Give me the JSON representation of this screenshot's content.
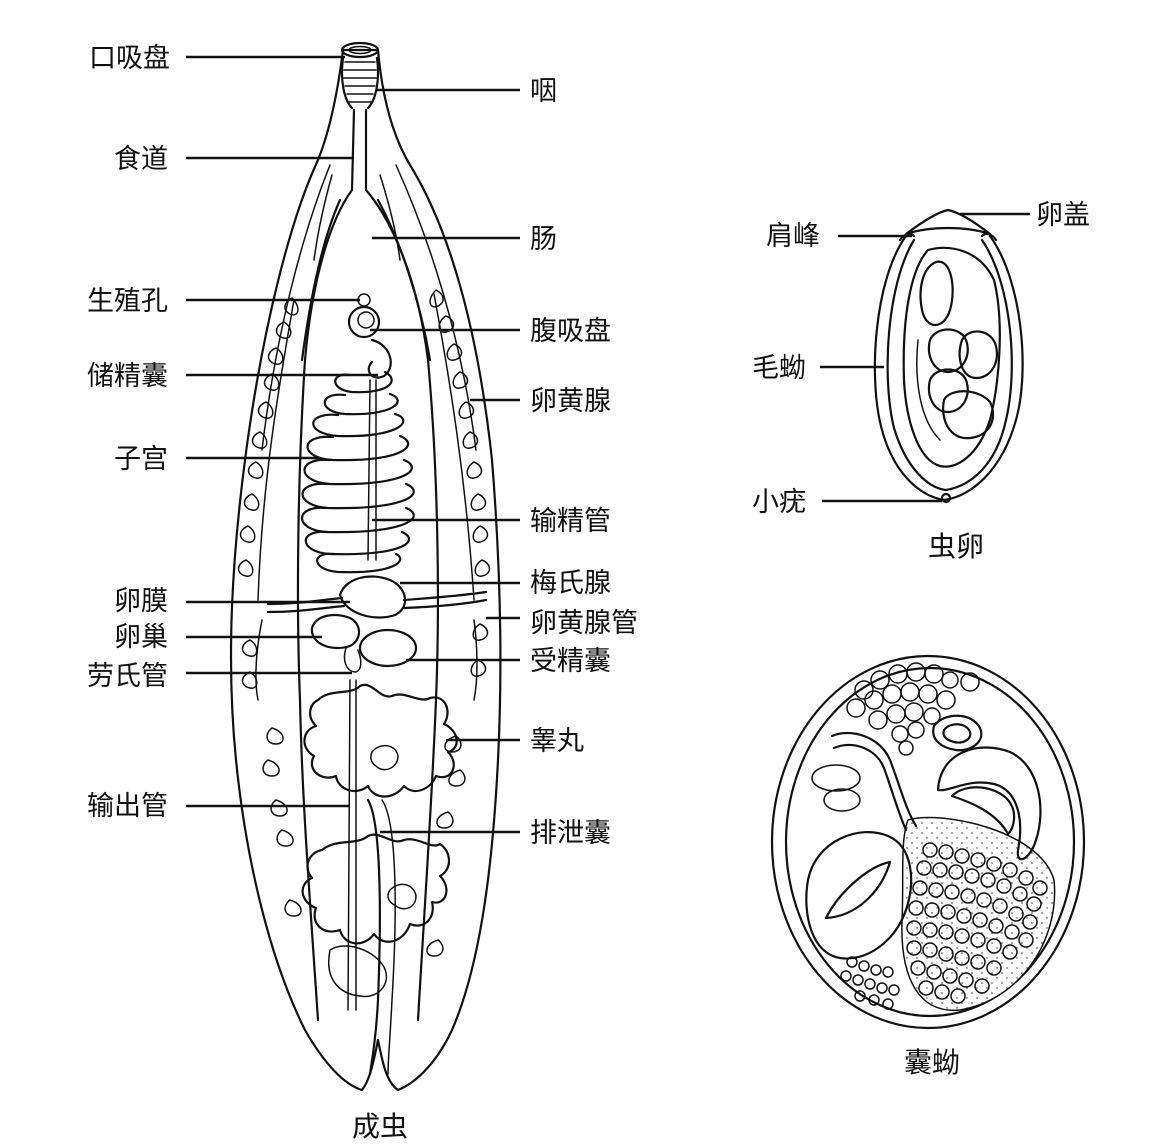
{
  "captions": {
    "adult": "成虫",
    "egg": "虫卵",
    "metacercaria": "囊蚴"
  },
  "adult_labels_left": {
    "oral_sucker": "口吸盘",
    "esophagus": "食道",
    "genital_pore": "生殖孔",
    "seminal_vesicle": "储精囊",
    "uterus": "子宫",
    "ootype": "卵膜",
    "ovary": "卵巢",
    "laurer_canal": "劳氏管",
    "vas_efferens": "输出管"
  },
  "adult_labels_right": {
    "pharynx": "咽",
    "intestine": "肠",
    "ventral_sucker": "腹吸盘",
    "vitellaria": "卵黄腺",
    "vas_deferens": "输精管",
    "mehlis_gland": "梅氏腺",
    "vitelline_duct": "卵黄腺管",
    "seminal_receptacle": "受精囊",
    "testis": "睾丸",
    "excretory_bladder": "排泄囊"
  },
  "egg_labels": {
    "shoulder": "肩峰",
    "operculum": "卵盖",
    "miracidium": "毛蚴",
    "knob": "小疣"
  }
}
